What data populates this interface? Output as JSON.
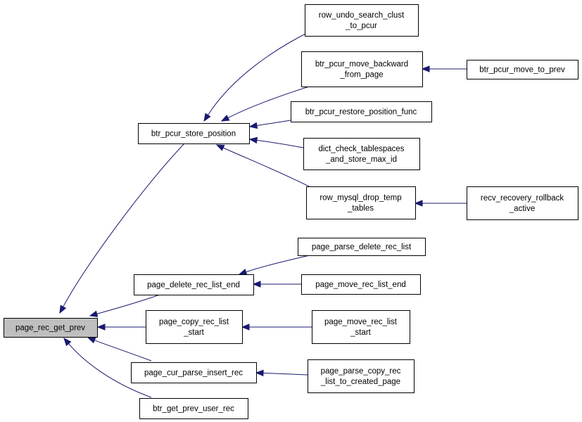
{
  "graph": {
    "edge_color": "#191970",
    "root_fill": "#bfbfbf",
    "nodes": [
      {
        "id": "page_rec_get_prev",
        "lines": [
          "page_rec_get_prev"
        ],
        "root": true
      },
      {
        "id": "btr_pcur_store_position",
        "lines": [
          "btr_pcur_store_position"
        ]
      },
      {
        "id": "page_delete_rec_list_end",
        "lines": [
          "page_delete_rec_list_end"
        ]
      },
      {
        "id": "page_copy_rec_list_start",
        "lines": [
          "page_copy_rec_list",
          "_start"
        ]
      },
      {
        "id": "page_cur_parse_insert_rec",
        "lines": [
          "page_cur_parse_insert_rec"
        ]
      },
      {
        "id": "btr_get_prev_user_rec",
        "lines": [
          "btr_get_prev_user_rec"
        ]
      },
      {
        "id": "row_undo_search_clust_to_pcur",
        "lines": [
          "row_undo_search_clust",
          "_to_pcur"
        ]
      },
      {
        "id": "btr_pcur_move_backward_from_page",
        "lines": [
          "btr_pcur_move_backward",
          "_from_page"
        ]
      },
      {
        "id": "btr_pcur_restore_position_func",
        "lines": [
          "btr_pcur_restore_position_func"
        ]
      },
      {
        "id": "dict_check_tablespaces_and_store_max_id",
        "lines": [
          "dict_check_tablespaces",
          "_and_store_max_id"
        ]
      },
      {
        "id": "row_mysql_drop_temp_tables",
        "lines": [
          "row_mysql_drop_temp",
          "_tables"
        ]
      },
      {
        "id": "btr_pcur_move_to_prev",
        "lines": [
          "btr_pcur_move_to_prev"
        ]
      },
      {
        "id": "recv_recovery_rollback_active",
        "lines": [
          "recv_recovery_rollback",
          "_active"
        ]
      },
      {
        "id": "page_parse_delete_rec_list",
        "lines": [
          "page_parse_delete_rec_list"
        ]
      },
      {
        "id": "page_move_rec_list_end",
        "lines": [
          "page_move_rec_list_end"
        ]
      },
      {
        "id": "page_move_rec_list_start",
        "lines": [
          "page_move_rec_list",
          "_start"
        ]
      },
      {
        "id": "page_parse_copy_rec_list_to_created_page",
        "lines": [
          "page_parse_copy_rec",
          "_list_to_created_page"
        ]
      }
    ],
    "edges": [
      {
        "from": "btr_pcur_store_position",
        "to": "page_rec_get_prev"
      },
      {
        "from": "page_delete_rec_list_end",
        "to": "page_rec_get_prev"
      },
      {
        "from": "page_copy_rec_list_start",
        "to": "page_rec_get_prev"
      },
      {
        "from": "page_cur_parse_insert_rec",
        "to": "page_rec_get_prev"
      },
      {
        "from": "btr_get_prev_user_rec",
        "to": "page_rec_get_prev"
      },
      {
        "from": "row_undo_search_clust_to_pcur",
        "to": "btr_pcur_store_position"
      },
      {
        "from": "btr_pcur_move_backward_from_page",
        "to": "btr_pcur_store_position"
      },
      {
        "from": "btr_pcur_restore_position_func",
        "to": "btr_pcur_store_position"
      },
      {
        "from": "dict_check_tablespaces_and_store_max_id",
        "to": "btr_pcur_store_position"
      },
      {
        "from": "row_mysql_drop_temp_tables",
        "to": "btr_pcur_store_position"
      },
      {
        "from": "btr_pcur_move_to_prev",
        "to": "btr_pcur_move_backward_from_page"
      },
      {
        "from": "recv_recovery_rollback_active",
        "to": "row_mysql_drop_temp_tables"
      },
      {
        "from": "page_parse_delete_rec_list",
        "to": "page_delete_rec_list_end"
      },
      {
        "from": "page_move_rec_list_end",
        "to": "page_delete_rec_list_end"
      },
      {
        "from": "page_move_rec_list_start",
        "to": "page_copy_rec_list_start"
      },
      {
        "from": "page_parse_copy_rec_list_to_created_page",
        "to": "page_cur_parse_insert_rec"
      }
    ]
  }
}
